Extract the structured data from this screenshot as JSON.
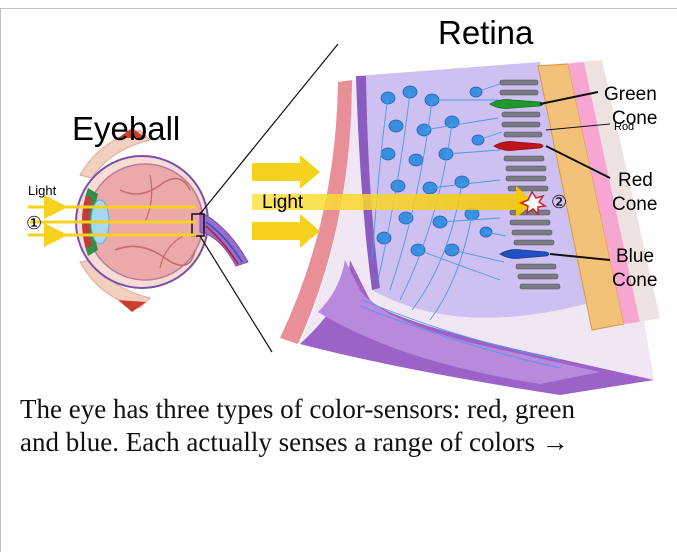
{
  "labels": {
    "retina_title": "Retina",
    "eyeball_title": "Eyeball",
    "light_small": "Light",
    "light_big": "Light",
    "marker_one": "①",
    "marker_two": "②",
    "green_cone_1": "Green",
    "green_cone_2": "Cone",
    "rod": "Rod",
    "red_cone_1": "Red",
    "red_cone_2": "Cone",
    "blue_cone_1": "Blue",
    "blue_cone_2": "Cone"
  },
  "caption": {
    "line1": "The eye has three types of color-sensors: red, green",
    "line2": "and blue. Each actually senses a range of colors →"
  },
  "colors": {
    "light_arrow": "#f5d21e",
    "green_cone": "#1f9a2a",
    "red_cone": "#c0141c",
    "blue_cone": "#1f4fc0",
    "retina_tissue": "#c8b8f0",
    "pigment_layer": "#f3c27a",
    "choroid": "#f2a0c8",
    "outer_wall": "#e98f98",
    "neurons": "#3a8ee0"
  }
}
